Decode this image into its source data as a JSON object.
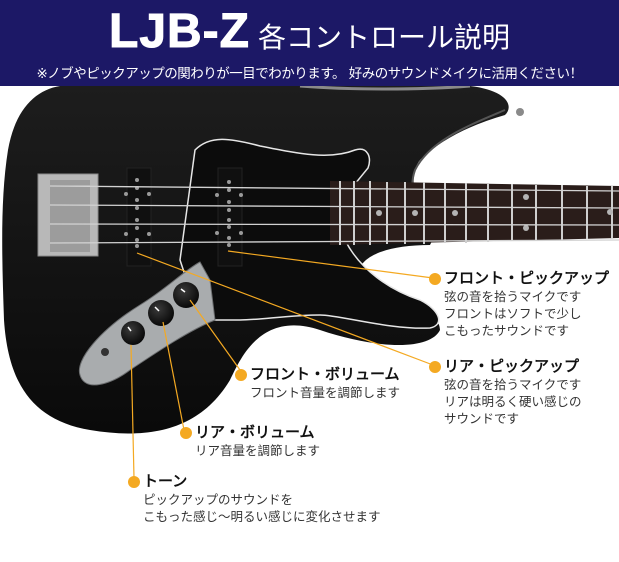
{
  "header": {
    "model": "LJB-Z",
    "title": "各コントロール説明",
    "subtitle": "※ノブやピックアップの関わりが一目でわかります。 好みのサウンドメイクに活用ください！",
    "background_color": "#1c1866",
    "text_color": "#ffffff"
  },
  "accent_color": "#f4a922",
  "callouts": [
    {
      "id": "front-pickup",
      "title": "フロント・ピックアップ",
      "lines": [
        "弦の音を拾うマイクです",
        "フロントはソフトで少し",
        "こもったサウンドです"
      ]
    },
    {
      "id": "rear-pickup",
      "title": "リア・ピックアップ",
      "lines": [
        "弦の音を拾うマイクです",
        "リアは明るく硬い感じの",
        "サウンドです"
      ]
    },
    {
      "id": "front-volume",
      "title": "フロント・ボリューム",
      "lines": [
        "フロント音量を調節します"
      ]
    },
    {
      "id": "rear-volume",
      "title": "リア・ボリューム",
      "lines": [
        "リア音量を調節します"
      ]
    },
    {
      "id": "tone",
      "title": "トーン",
      "lines": [
        "ピックアップのサウンドを",
        "こもった感じ～明るい感じに変化させます"
      ]
    }
  ],
  "illustration": {
    "subject": "black-jazz-bass-body",
    "body_color": "#111111",
    "control_plate_color": "#a9acae",
    "fretboard_color": "#2a1d1a"
  }
}
